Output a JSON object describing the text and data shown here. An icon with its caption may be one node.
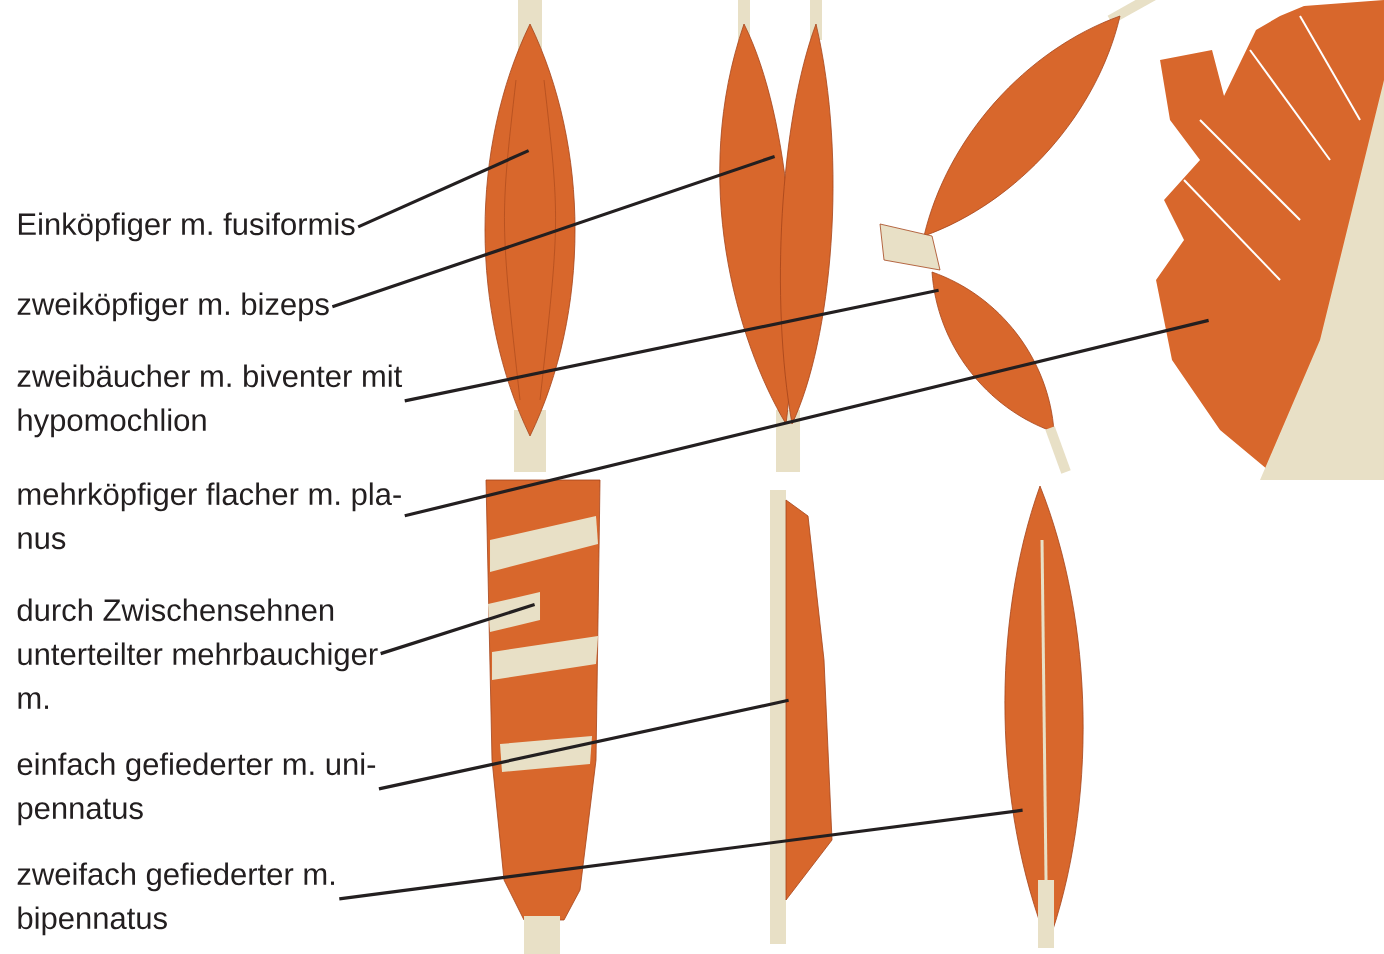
{
  "diagram": {
    "nodes": [
      {
        "text": [
          "Einköpfiger m. fusiformis"
        ]
      },
      {
        "text": [
          "zweiköpfiger m. bizeps"
        ]
      },
      {
        "text": [
          "zweibäucher m. biventer mit hypomochlion"
        ]
      },
      {
        "text": [
          "mehrköpfiger flacher m. pla- nus"
        ]
      },
      {
        "text": [
          "durch Zwischensehnen unterteilter mehrbauchiger m."
        ]
      },
      {
        "text": [
          "einfach gefiederter m. uni- pennatus"
        ]
      },
      {
        "text": [
          "zweifach gefiederter m. bipennatus"
        ]
      },
      {
        "text": [],
        "shape": "picture"
      },
      {
        "text": [],
        "shape": "picture"
      },
      {
        "text": [],
        "shape": "picture"
      },
      {
        "text": [],
        "shape": "picture"
      },
      {
        "text": [],
        "shape": "picture"
      },
      {
        "text": [],
        "shape": "picture"
      },
      {
        "text": [],
        "shape": "picture"
      }
    ],
    "edges": [
      {
        "from": 0,
        "to": 7,
        "arrow": "none"
      },
      {
        "from": 1,
        "to": 8,
        "arrow": "none"
      },
      {
        "from": 2,
        "to": 9,
        "arrow": "none"
      },
      {
        "from": 3,
        "to": 10,
        "arrow": "none"
      },
      {
        "from": 4,
        "to": 11,
        "arrow": "none"
      },
      {
        "from": 5,
        "to": 12,
        "arrow": "none"
      },
      {
        "from": 6,
        "to": 13,
        "arrow": "none"
      }
    ]
  }
}
